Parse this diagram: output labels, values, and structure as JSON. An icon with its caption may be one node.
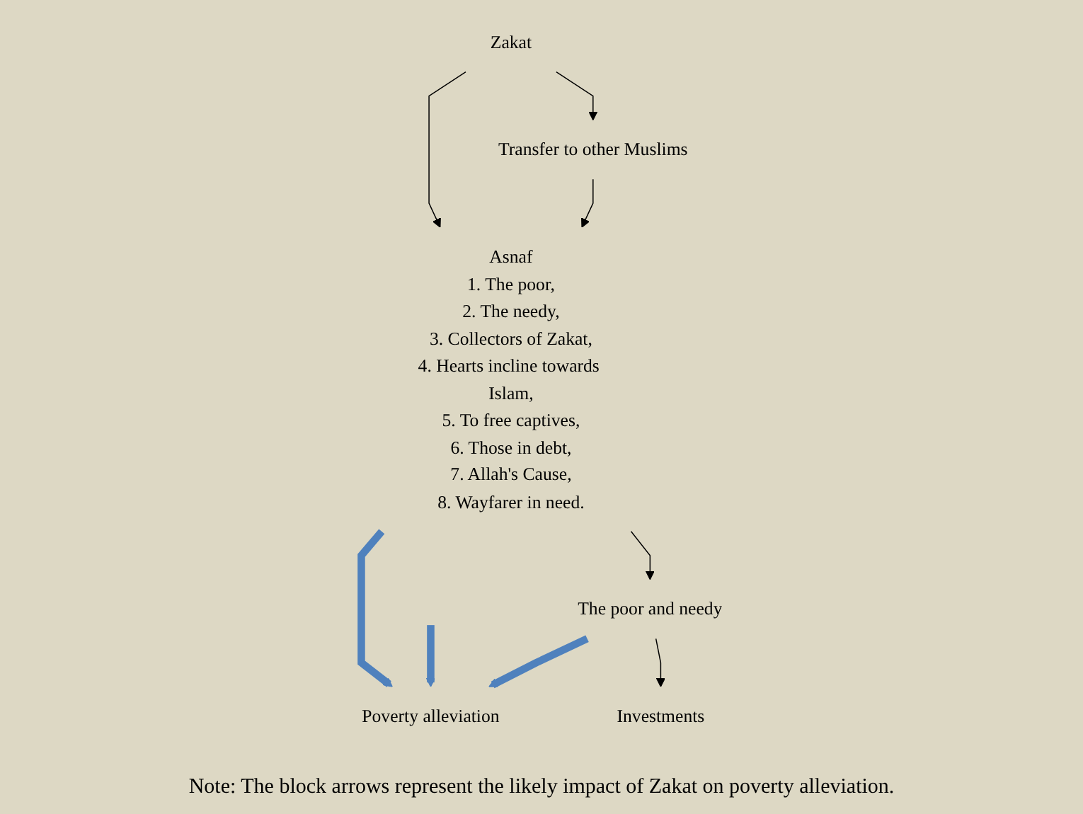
{
  "diagram": {
    "caption": "Note: The block arrows represent the likely impact of Zakat on poverty alleviation.",
    "nodes": [
      {
        "text": [
          "Zakat"
        ]
      },
      {
        "text": [
          "Asnaf",
          "1. The poor,",
          "2. The needy,",
          "3. Collectors of Zakat,",
          "4. Hearts incline towards Islam,",
          "5. To free captives,",
          "6. Those in debt,",
          "7. Allah's Cause,",
          "8. Wayfarer in need."
        ]
      },
      {
        "text": [
          "Transfer to other Muslims"
        ]
      },
      {
        "text": [
          "Poverty alleviation"
        ]
      },
      {
        "text": [
          "Investments"
        ]
      },
      {
        "text": [
          "The poor and needy"
        ]
      }
    ],
    "edges": [
      {
        "from": 0,
        "to": 1,
        "arrow": "to"
      },
      {
        "from": 0,
        "to": 2,
        "arrow": "to"
      },
      {
        "from": 2,
        "to": 1,
        "arrow": "to"
      },
      {
        "from": 1,
        "to": 3,
        "arrow": "to",
        "style": "thick",
        "color": "#4f81bd"
      },
      {
        "from": null,
        "to": 3,
        "arrow": "to",
        "style": "thick",
        "color": "#4f81bd"
      },
      {
        "from": 5,
        "to": 3,
        "arrow": "to",
        "style": "thick",
        "color": "#4f81bd"
      },
      {
        "from": 1,
        "to": 5,
        "arrow": "to"
      },
      {
        "from": 5,
        "to": 4,
        "arrow": "to"
      }
    ]
  }
}
